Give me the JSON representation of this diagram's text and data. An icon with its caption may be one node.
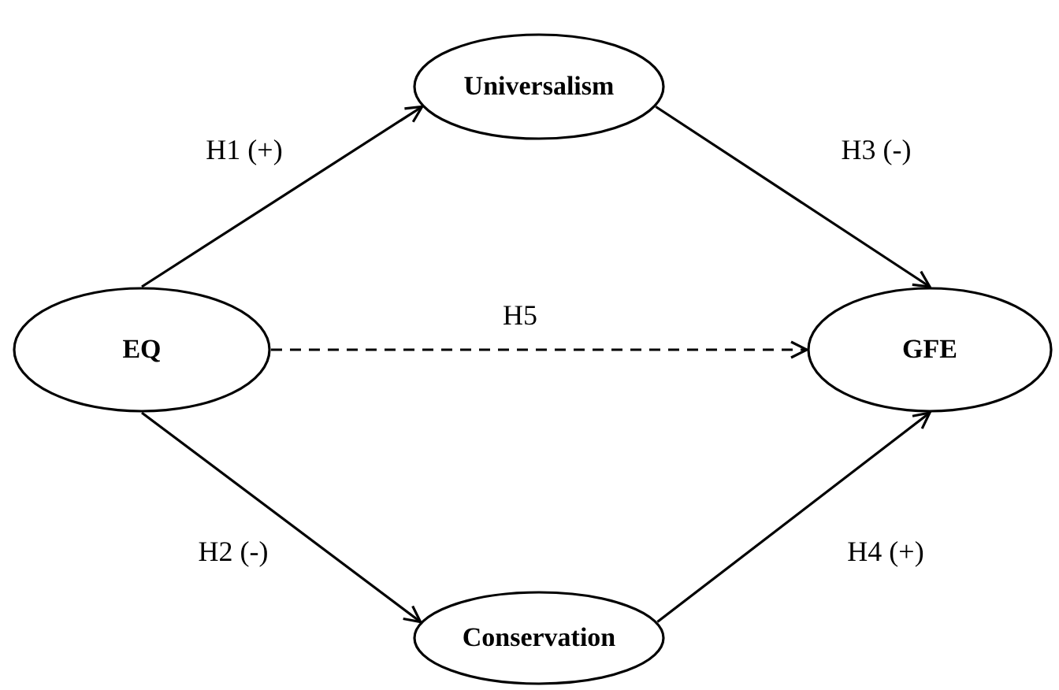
{
  "diagram": {
    "nodes": [
      {
        "text": [
          "Universalism"
        ]
      },
      {
        "text": [
          "EQ"
        ]
      },
      {
        "text": [
          "GFE"
        ]
      },
      {
        "text": [
          "Conservation"
        ]
      }
    ],
    "edges": [
      {
        "from": 1,
        "to": 0,
        "arrow": "to",
        "label": "H1 (+)"
      },
      {
        "from": 0,
        "to": 2,
        "arrow": "to",
        "label": "H3 (-)"
      },
      {
        "from": 1,
        "to": 2,
        "arrow": "to",
        "label": "H5",
        "style": "dashed"
      },
      {
        "from": 1,
        "to": 3,
        "arrow": "to",
        "label": "H2 (-)"
      },
      {
        "from": 3,
        "to": 2,
        "arrow": "to",
        "label": "H4 (+)"
      }
    ]
  }
}
